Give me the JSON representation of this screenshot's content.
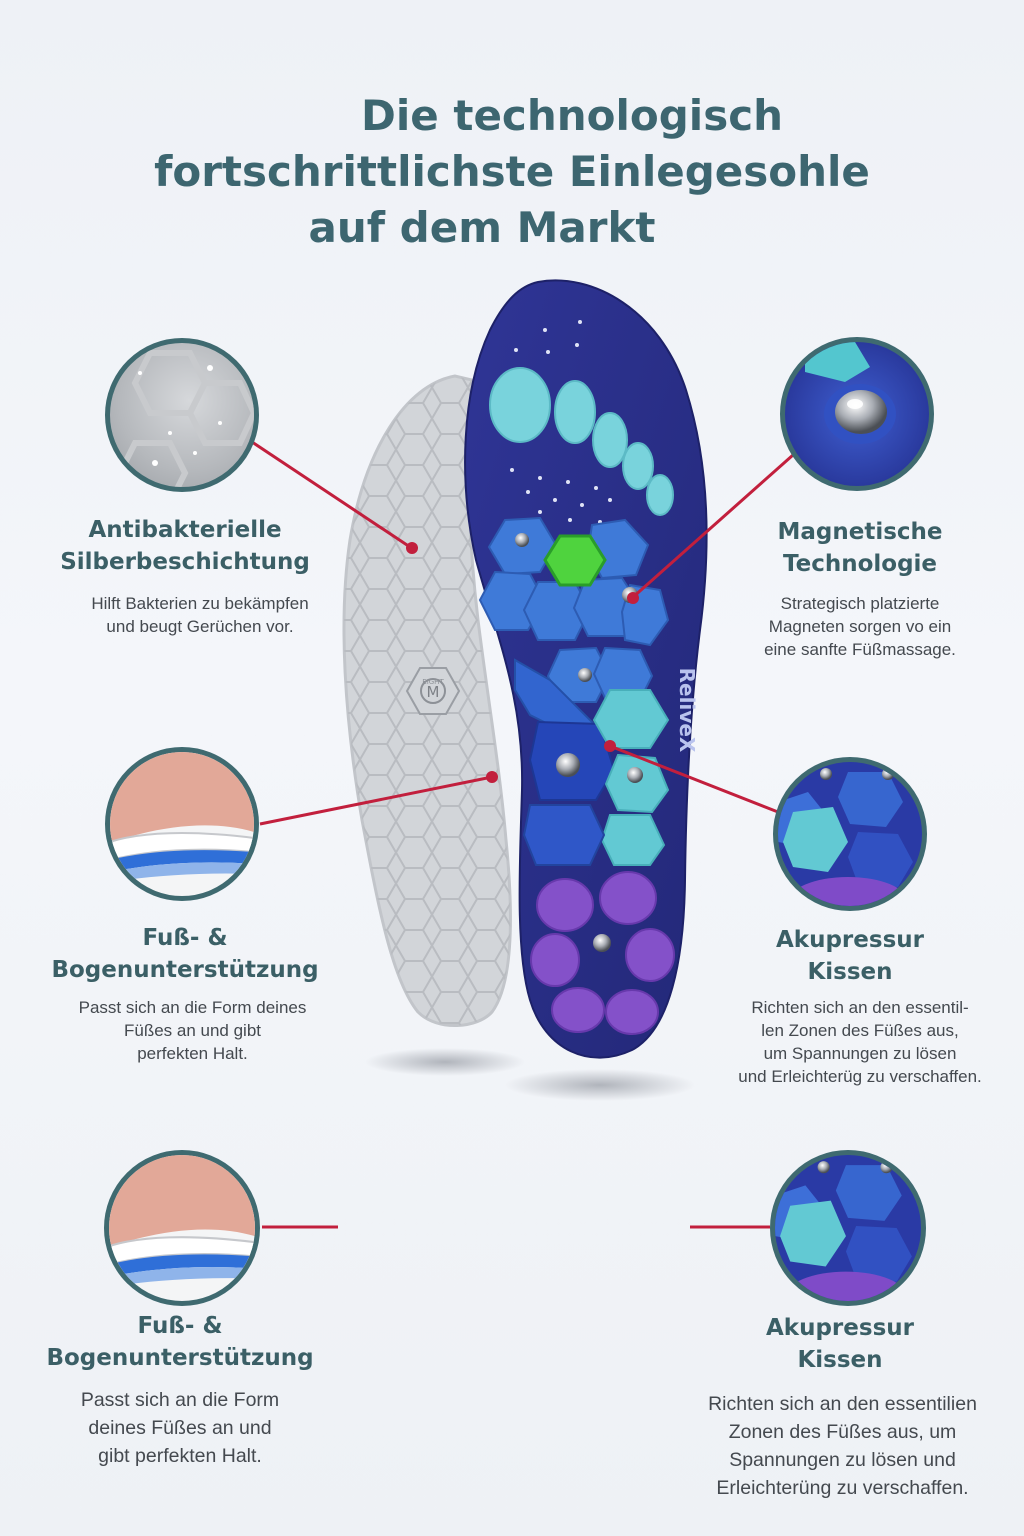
{
  "title": {
    "line1": "Die technologisch",
    "line2": "fortschrittlichste Einlegesohle",
    "line3": "auf dem Markt"
  },
  "insole": {
    "brand": "ReliveX",
    "size_mark": "M",
    "size_ring": "EIGHT"
  },
  "features": {
    "antibacterial": {
      "heading1": "Antibakterielle",
      "heading2": "Silberbeschichtung",
      "desc1": "Hilft Bakterien zu bekämpfen",
      "desc2": "und beugt Gerüchen vor."
    },
    "magnetic": {
      "heading1": "Magnetische",
      "heading2": "Technologie",
      "desc1": "Strategisch platzierte",
      "desc2": "Magneten sorgen vo ein",
      "desc3": "eine sanfte Füßmassage."
    },
    "arch_support": {
      "heading1": "Fuß- &",
      "heading2": "Bogenunterstützung",
      "desc1": "Passt sich an die Form deines",
      "desc2": "Füßes an und gibt",
      "desc3": "perfekten Halt."
    },
    "acupressure": {
      "heading1": "Akupressur",
      "heading2": "Kissen",
      "desc1": "Richten sich an den essentil-",
      "desc2": "len Zonen des Füßes aus,",
      "desc3": "um Spannungen zu lösen",
      "desc4": "und Erleichterüg zu verschaffen."
    },
    "arch_support_2": {
      "heading1": "Fuß- &",
      "heading2": "Bogenunterstützung",
      "desc1": "Passt sich an die Form",
      "desc2": "deines Füßes an und",
      "desc3": "gibt perfekten Halt."
    },
    "acupressure_2": {
      "heading1": "Akupressur",
      "heading2": "Kissen",
      "desc1": "Richten sich an den essentilien",
      "desc2": "Zonen des Füßes aus, um",
      "desc3": "Spannungen zu lösen und",
      "desc4": "Erleichterüng zu verschaffen."
    }
  },
  "colors": {
    "title": "#3d6670",
    "heading": "#3b5f66",
    "leader_line": "#c21f3d",
    "circle_border": "#3f6a70",
    "insole_top": "#2a2f86",
    "insole_bottom": "#d2d5d9"
  }
}
